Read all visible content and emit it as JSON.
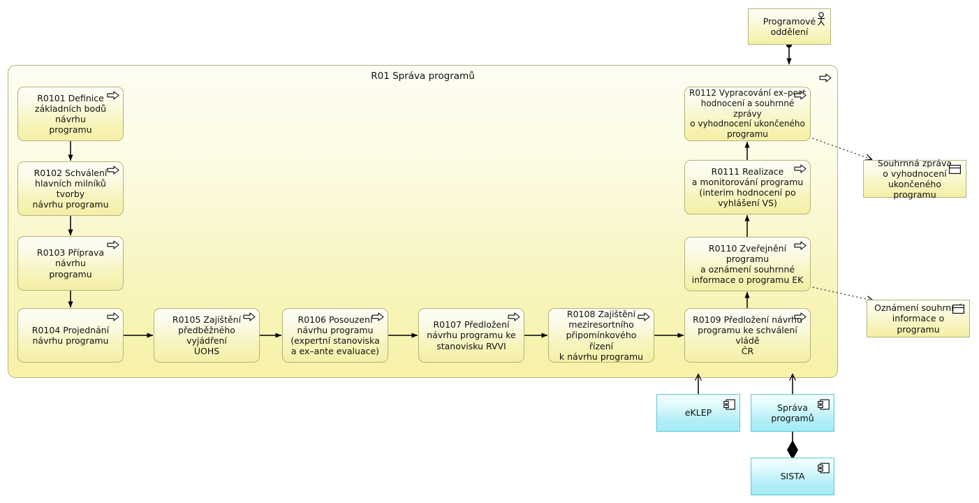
{
  "diagram": {
    "type": "archimate-business-process",
    "title": "R01 Správa programů"
  },
  "group": {
    "id": "R01",
    "title": "R01 Správa programů",
    "icon": "process-arrow-icon"
  },
  "actors": [
    {
      "id": "programove-oddeleni",
      "label": "Programové\noddělení",
      "icon": "actor-stickman-icon"
    }
  ],
  "processes": [
    {
      "id": "R0101",
      "label": "R0101 Definice\nzákladních bodů návrhu\nprogramu",
      "icon": "process-arrow-icon"
    },
    {
      "id": "R0102",
      "label": "R0102 Schválení\nhlavních milníků tvorby\nnávrhu programu",
      "icon": "process-arrow-icon"
    },
    {
      "id": "R0103",
      "label": "R0103 Příprava návrhu\nprogramu",
      "icon": "process-arrow-icon"
    },
    {
      "id": "R0104",
      "label": "R0104 Projednání\nnávrhu programu",
      "icon": "process-arrow-icon"
    },
    {
      "id": "R0105",
      "label": "R0105 Zajištění\npředběžného vyjádření\nÚOHS",
      "icon": "process-arrow-icon"
    },
    {
      "id": "R0106",
      "label": "R0106 Posouzení\nnávrhu programu\n(expertní stanoviska\na ex–ante evaluace)",
      "icon": "process-arrow-icon"
    },
    {
      "id": "R0107",
      "label": "R0107 Předložení\nnávrhu programu ke\nstanovisku RVVI",
      "icon": "process-arrow-icon"
    },
    {
      "id": "R0108",
      "label": "R0108 Zajištění\nmeziresortního\npřipomínkového řízení\nk návrhu programu",
      "icon": "process-arrow-icon"
    },
    {
      "id": "R0109",
      "label": "R0109 Předložení návrhu\nprogramu ke schválení vládě\nČR",
      "icon": "process-arrow-icon"
    },
    {
      "id": "R0110",
      "label": "R0110 Zveřejnění programu\na oznámení souhrnné\ninformace o programu EK",
      "icon": "process-arrow-icon"
    },
    {
      "id": "R0111",
      "label": "R0111 Realizace\na monitorování programu\n(interim hodnocení po\nvyhlášení VS)",
      "icon": "process-arrow-icon"
    },
    {
      "id": "R0112",
      "label": "R0112 Vypracování ex–post\nhodnocení a souhrnné zprávy\no vyhodnocení ukončeného\nprogramu",
      "icon": "process-arrow-icon"
    }
  ],
  "objects": [
    {
      "id": "souhrnna-zprava",
      "label": "Souhrnná zpráva\no vyhodnocení\nukončeného programu",
      "icon": "business-object-icon"
    },
    {
      "id": "oznameni-souhrnne",
      "label": "Oznámení souhrnné\ninformace o programu",
      "icon": "business-object-icon"
    }
  ],
  "components": [
    {
      "id": "eklep",
      "label": "eKLEP",
      "icon": "component-icon"
    },
    {
      "id": "sprava-programu",
      "label": "Správa programů",
      "icon": "component-icon"
    },
    {
      "id": "sista",
      "label": "SISTA",
      "icon": "component-icon"
    }
  ],
  "relations": [
    {
      "from": "programove-oddeleni",
      "to": "R01",
      "kind": "assignment"
    },
    {
      "from": "R0101",
      "to": "R0102",
      "kind": "triggering"
    },
    {
      "from": "R0102",
      "to": "R0103",
      "kind": "triggering"
    },
    {
      "from": "R0103",
      "to": "R0104",
      "kind": "triggering"
    },
    {
      "from": "R0104",
      "to": "R0105",
      "kind": "triggering"
    },
    {
      "from": "R0105",
      "to": "R0106",
      "kind": "triggering"
    },
    {
      "from": "R0106",
      "to": "R0107",
      "kind": "triggering"
    },
    {
      "from": "R0107",
      "to": "R0108",
      "kind": "triggering"
    },
    {
      "from": "R0108",
      "to": "R0109",
      "kind": "triggering"
    },
    {
      "from": "R0109",
      "to": "R0110",
      "kind": "triggering"
    },
    {
      "from": "R0110",
      "to": "R0111",
      "kind": "triggering"
    },
    {
      "from": "R0111",
      "to": "R0112",
      "kind": "triggering"
    },
    {
      "from": "R0112",
      "to": "souhrnna-zprava",
      "kind": "access-dotted"
    },
    {
      "from": "R0110",
      "to": "oznameni-souhrnne",
      "kind": "access-dotted"
    },
    {
      "from": "eklep",
      "to": "R01",
      "kind": "serving"
    },
    {
      "from": "sprava-programu",
      "to": "R01",
      "kind": "serving"
    },
    {
      "from": "sprava-programu",
      "to": "sista",
      "kind": "composition"
    }
  ],
  "colors": {
    "process_fill_top": "#fdfdf6",
    "process_fill_bottom": "#f4efa6",
    "process_stroke": "#b3b37a",
    "component_fill_top": "#f2fdff",
    "component_fill_bottom": "#a3ebf5",
    "component_stroke": "#5fc6d6",
    "line": "#000000",
    "text": "#111111"
  }
}
